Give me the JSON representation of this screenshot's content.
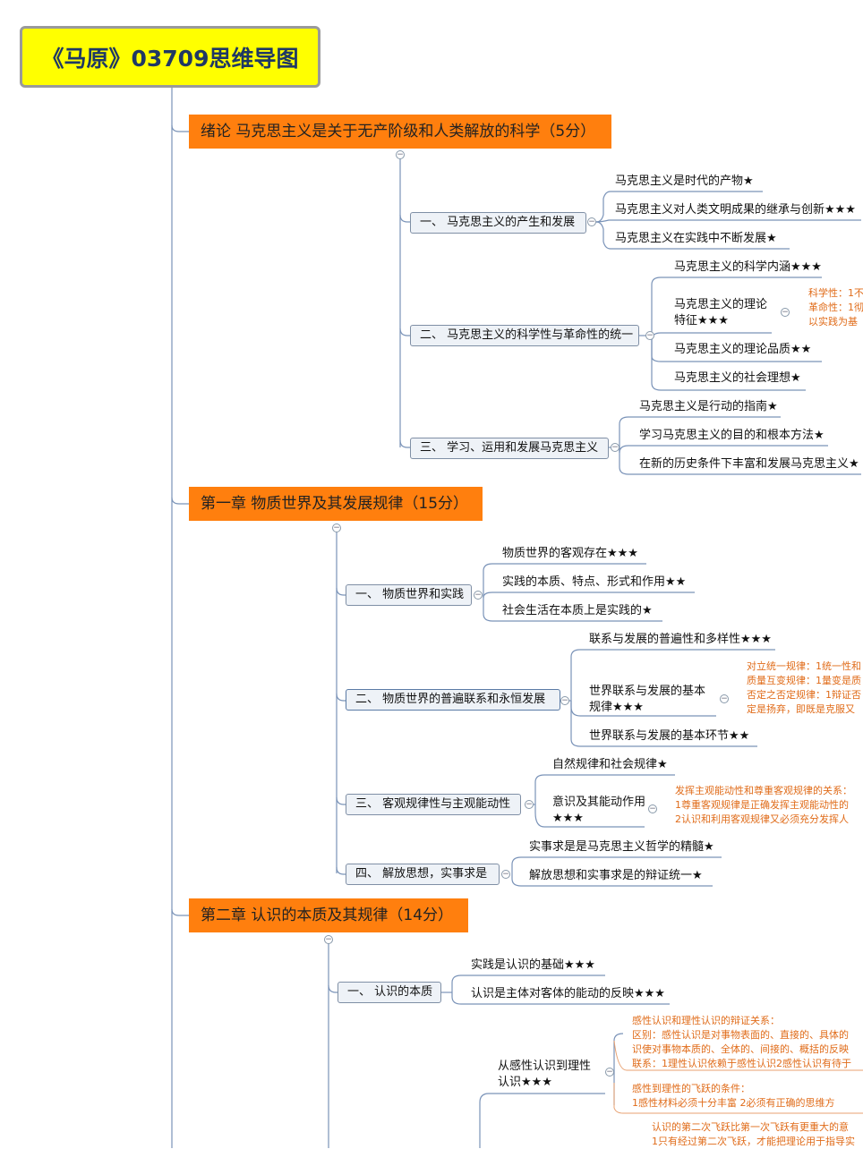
{
  "root": {
    "title": "《马原》03709思维导图"
  },
  "intro": {
    "title": "绪论  马克思主义是关于无产阶级和人类解放的科学（5分）",
    "sections": [
      {
        "label": "一、  马克思主义的产生和发展",
        "leaves": [
          "马克思主义是时代的产物★",
          "马克思主义对人类文明成果的继承与创新★★★",
          "马克思主义在实践中不断发展★"
        ]
      },
      {
        "label": "二、  马克思主义的科学性与革命性的统一",
        "leaves": [
          "马克思主义的科学内涵★★★",
          "马克思主义的理论特征★★★",
          "马克思主义的理论品质★★",
          "马克思主义的社会理想★"
        ],
        "note": [
          "科学性：1不",
          "革命性：1彻",
          "以实践为基"
        ]
      },
      {
        "label": "三、  学习、运用和发展马克思主义",
        "leaves": [
          "马克思主义是行动的指南★",
          "学习马克思主义的目的和根本方法★",
          "在新的历史条件下丰富和发展马克思主义★"
        ]
      }
    ]
  },
  "ch1": {
    "title": "第一章  物质世界及其发展规律（15分）",
    "sections": [
      {
        "label": "一、  物质世界和实践",
        "leaves": [
          "物质世界的客观存在★★★",
          "实践的本质、特点、形式和作用★★",
          "社会生活在本质上是实践的★"
        ]
      },
      {
        "label": "二、  物质世界的普遍联系和永恒发展",
        "leaves": [
          "联系与发展的普遍性和多样性★★★",
          "世界联系与发展的基本规律★★★",
          "世界联系与发展的基本环节★★"
        ],
        "note": [
          "对立统一规律：1统一性和",
          "质量互变规律：1量变是质",
          "否定之否定规律：1辩证否",
          "定是扬弃，即既是克服又"
        ]
      },
      {
        "label": "三、  客观规律性与主观能动性",
        "leaves": [
          "自然规律和社会规律★",
          "意识及其能动作用★★★"
        ],
        "note": [
          "发挥主观能动性和尊重客观规律的关系：",
          "1尊重客观规律是正确发挥主观能动性的",
          "2认识和利用客观规律又必须充分发挥人"
        ]
      },
      {
        "label": "四、  解放思想，实事求是",
        "leaves": [
          "实事求是是马克思主义哲学的精髓★",
          "解放思想和实事求是的辩证统一★"
        ]
      }
    ]
  },
  "ch2": {
    "title": "第二章  认识的本质及其规律（14分）",
    "sections": [
      {
        "label": "一、  认识的本质",
        "leaves": [
          "实践是认识的基础★★★",
          "认识是主体对客体的能动的反映★★★"
        ]
      }
    ],
    "sub": "从感性认识到理性认识★★★",
    "note1": [
      "感性认识和理性认识的辩证关系：",
      "区别：感性认识是对事物表面的、直接的、具体的",
      "识使对事物本质的、全体的、间接的、概括的反映",
      "联系：1理性认识依赖于感性认识2感性认识有待于"
    ],
    "note2": [
      "感性到理性的飞跃的条件：",
      "1感性材料必须十分丰富     2必须有正确的思维方"
    ],
    "note3": [
      "认识的第二次飞跃比第一次飞跃有更重大的意",
      "1只有经过第二次飞跃，才能把理论用于指导实"
    ]
  }
}
